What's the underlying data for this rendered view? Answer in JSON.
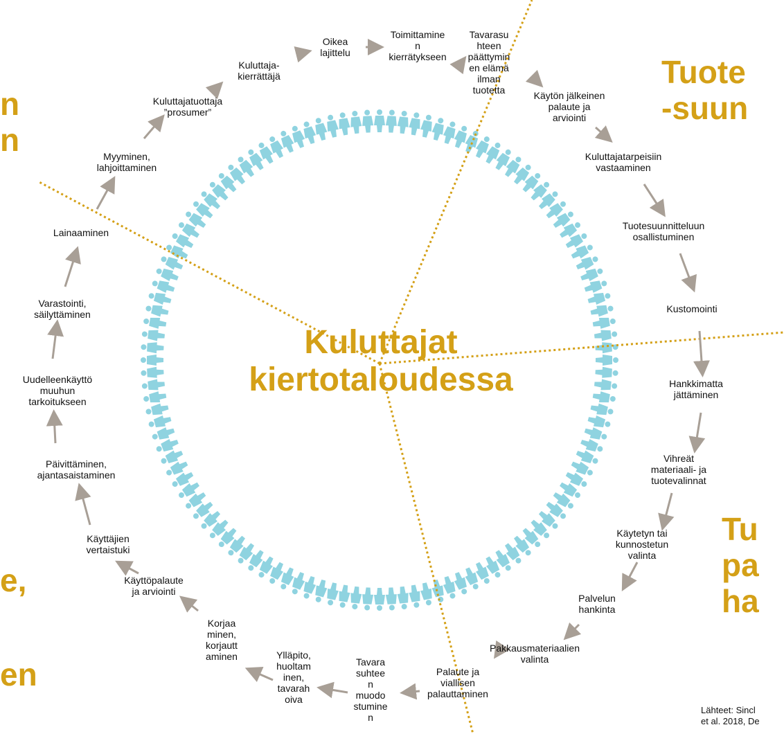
{
  "center_title": "Kuluttajat\nkiertotaloudessa",
  "sides": {
    "top_right": "Tuote\n-suun",
    "bottom_right": "Tu\npa\nha",
    "left_top": "n\nn",
    "left_mid": "e,",
    "left_bottom": "en"
  },
  "sources": "Lähteet: Sincl\net al. 2018, De",
  "nodes": [
    {
      "id": "oikea",
      "label": "Oikea\nlajittelu"
    },
    {
      "id": "toimittaminen",
      "label": "Toimittamine\nn\nkierrätykseen"
    },
    {
      "id": "tavarasuhteen",
      "label": "Tavarasu\nhteen\npäättymin\nen elämä\nilman\ntuotetta"
    },
    {
      "id": "kaytonjalk",
      "label": "Käytön jälkeinen\npalaute ja\narviointi"
    },
    {
      "id": "tarpeisiin",
      "label": "Kuluttajatarpeisiin\nvastaaminen"
    },
    {
      "id": "suunnittelu",
      "label": "Tuotesuunnitteluun\nosallistuminen"
    },
    {
      "id": "kustomointi",
      "label": "Kustomointi"
    },
    {
      "id": "hankkimatta",
      "label": "Hankkimatta\njättäminen"
    },
    {
      "id": "vihreat",
      "label": "Vihreät\nmateriaali- ja\ntuotevalinnat"
    },
    {
      "id": "kaytetyn",
      "label": "Käytetyn tai\nkunnostetun\nvalinta"
    },
    {
      "id": "palvelun",
      "label": "Palvelun\nhankinta"
    },
    {
      "id": "pakkaus",
      "label": "Pakkausmateriaalien\nvalinta"
    },
    {
      "id": "palaute",
      "label": "Palaute ja\nviallisen\npalauttaminen"
    },
    {
      "id": "muodostuminen",
      "label": "Tavara\nsuhtee\nn\nmuodo\nstumine\nn"
    },
    {
      "id": "yllapito",
      "label": "Ylläpito,\nhuoltam\ninen,\ntavarah\noiva"
    },
    {
      "id": "korjaa",
      "label": "Korjaa\nminen,\nkorjautt\naminen"
    },
    {
      "id": "kayttopalaute",
      "label": "Käyttöpalaute\nja arviointi"
    },
    {
      "id": "vertaistuki",
      "label": "Käyttäjien\nvertaistuki"
    },
    {
      "id": "paivittaminen",
      "label": "Päivittäminen,\najantasaistaminen"
    },
    {
      "id": "uudelleen",
      "label": "Uudelleenkäyttö\nmuuhun\ntarkoitukseen"
    },
    {
      "id": "varastointi",
      "label": "Varastointi,\nsäilyttäminen"
    },
    {
      "id": "lainaaminen",
      "label": "Lainaaminen"
    },
    {
      "id": "myyminen",
      "label": "Myyminen,\nlahjoittaminen"
    },
    {
      "id": "prosumer",
      "label": "Kuluttajatuottaja\n”prosumer”"
    },
    {
      "id": "kierrattaja",
      "label": "Kuluttaja-\nkierrättäjä"
    }
  ],
  "colors": {
    "accent": "#d4a017",
    "arrow": "#a89f96",
    "people": "#8fd3e0"
  }
}
